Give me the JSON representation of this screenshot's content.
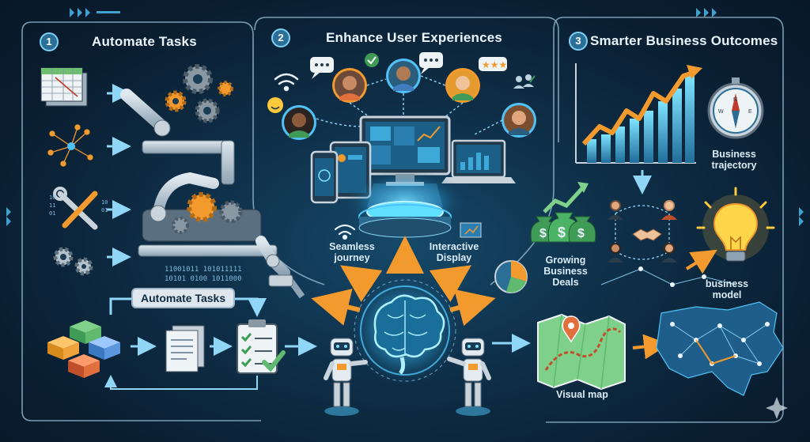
{
  "sections": [
    {
      "number": "1",
      "title": "Automate Tasks"
    },
    {
      "number": "2",
      "title": "Enhance User Experiences"
    },
    {
      "number": "3",
      "title": "Smarter Business Outcomes"
    }
  ],
  "section1": {
    "code_lines": [
      "11001011  101011111",
      "10101  0100  1011000"
    ],
    "workflow_label": "Automate Tasks"
  },
  "section2": {
    "seamless_label": "Seamless journey",
    "interactive_label": "Interactive Display"
  },
  "section3": {
    "trajectory_label": "Business trajectory",
    "deals_label": "Growing Business Deals",
    "model_label": "business model",
    "map_label": "Visual map"
  },
  "colors": {
    "background": "#0f314b",
    "accent_orange": "#f29a2e",
    "accent_cyan": "#4fc3f7",
    "panel_border": "#8fb3c9"
  },
  "icons": [
    "spreadsheet-icon",
    "network-icon",
    "tools-icon",
    "gear-icon",
    "robot-arm-icon",
    "server-stack-icon",
    "document-icon",
    "checklist-icon",
    "robot-icon",
    "brain-icon",
    "avatar-icon",
    "speech-bubble-icon",
    "wifi-icon",
    "monitor-icon",
    "tablet-icon",
    "phone-icon",
    "bar-chart-icon",
    "compass-icon",
    "money-bag-icon",
    "lightbulb-icon",
    "handshake-icon",
    "map-icon",
    "pie-chart-icon"
  ]
}
